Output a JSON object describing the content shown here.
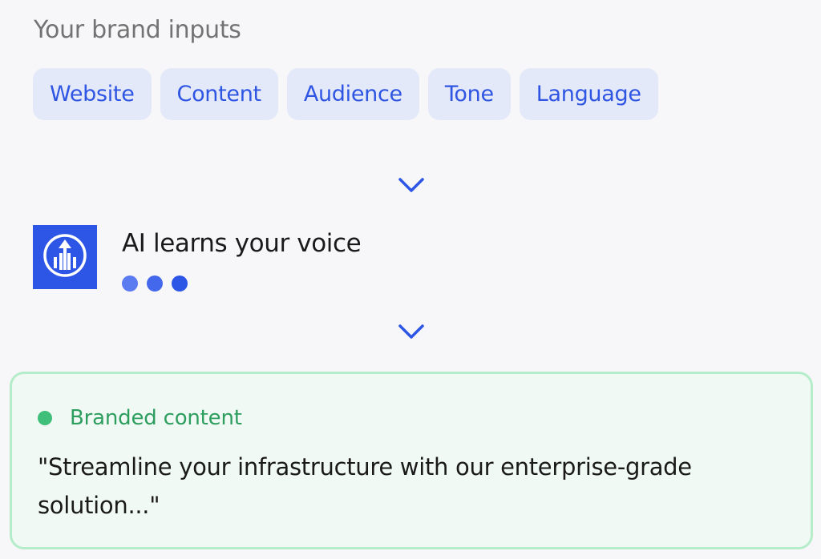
{
  "inputs": {
    "title": "Your brand inputs",
    "chips": [
      "Website",
      "Content",
      "Audience",
      "Tone",
      "Language"
    ]
  },
  "ai": {
    "title": "AI learns your voice",
    "logo_icon": "rising-bars-arrow-icon",
    "loading_dots": [
      "#5b7cf0",
      "#4468ec",
      "#2d55e6"
    ]
  },
  "output": {
    "label": "Branded content",
    "quote": "\"Streamline your infrastructure with our enterprise-grade solution...\""
  },
  "colors": {
    "accent": "#2d55e6",
    "chip_bg": "#e3e9f9",
    "success": "#3fbf79",
    "success_text": "#2e9e5f",
    "card_border": "#b5ecc9"
  }
}
